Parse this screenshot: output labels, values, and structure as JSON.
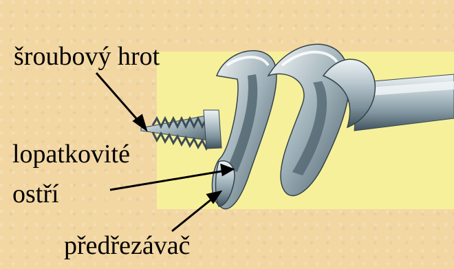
{
  "labels": {
    "screw_tip": "šroubový hrot",
    "blade_line1": "lopatkovité",
    "blade_line2": "ostří",
    "pre_cutter": "předřezávač"
  },
  "colors": {
    "slide_background": "#f2d7a3",
    "photo_background": "#f7f09a",
    "steel_light": "#d6e1e6",
    "steel_dark": "#5f7682",
    "text": "#000000"
  }
}
